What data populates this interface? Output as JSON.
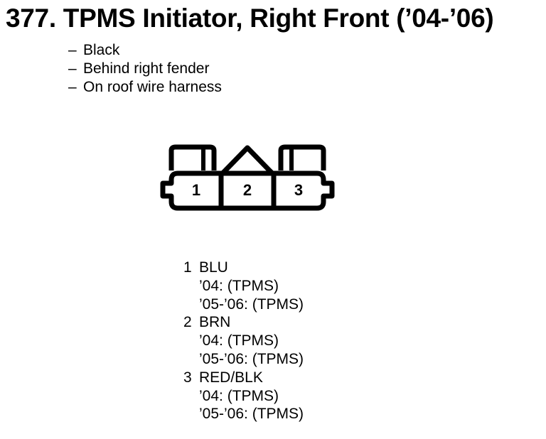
{
  "title": "377. TPMS Initiator, Right Front (’04-’06)",
  "notes": {
    "dash": "–",
    "items": [
      "Black",
      "Behind right fender",
      "On roof wire harness"
    ]
  },
  "connector": {
    "name": "3-cavity-connector",
    "cavity_count": 3,
    "cavity_labels": [
      "1",
      "2",
      "3"
    ],
    "line_color": "#000000",
    "fill_color": "#ffffff"
  },
  "pins": [
    {
      "number": "1",
      "color": "BLU",
      "circuits": [
        "’04: (TPMS)",
        "’05-’06: (TPMS)"
      ]
    },
    {
      "number": "2",
      "color": "BRN",
      "circuits": [
        "’04: (TPMS)",
        "’05-’06: (TPMS)"
      ]
    },
    {
      "number": "3",
      "color": "RED/BLK",
      "circuits": [
        "’04: (TPMS)",
        "’05-’06: (TPMS)"
      ]
    }
  ]
}
